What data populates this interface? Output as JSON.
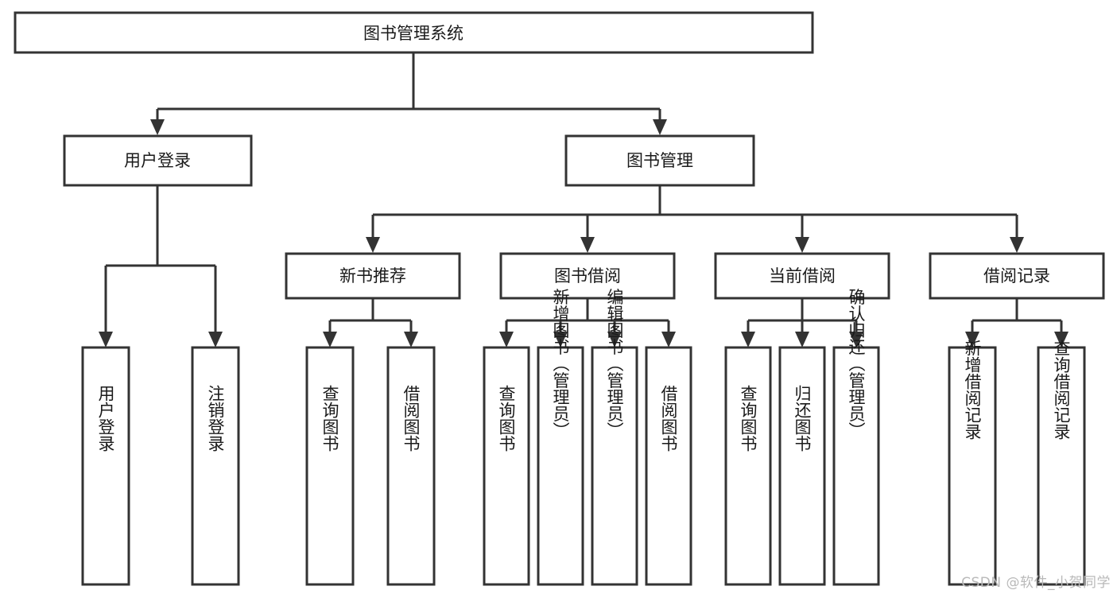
{
  "diagram": {
    "type": "hierarchy-tree",
    "title": "图书管理系统",
    "watermark": "CSDN @软件_小贺同学",
    "colors": {
      "box_stroke": "#333333",
      "box_fill": "#ffffff",
      "text": "#1a1a1a",
      "background": "#ffffff",
      "watermark": "#b9b9b9"
    },
    "levels": {
      "root": {
        "label": "图书管理系统"
      },
      "level2": [
        {
          "label": "用户登录"
        },
        {
          "label": "图书管理"
        }
      ],
      "level3": [
        {
          "label": "新书推荐"
        },
        {
          "label": "图书借阅"
        },
        {
          "label": "当前借阅"
        },
        {
          "label": "借阅记录"
        }
      ]
    },
    "nodes": {
      "root": "图书管理系统",
      "user_login": "用户登录",
      "book_manage": "图书管理",
      "new_book_rec": "新书推荐",
      "book_borrow": "图书借阅",
      "current_borrow": "当前借阅",
      "borrow_record": "借阅记录",
      "leaf_1": "用户登录",
      "leaf_2": "注销登录",
      "leaf_3": "查询图书",
      "leaf_4": "借阅图书",
      "leaf_5": "查询图书",
      "leaf_6": "新增图书（管理员）",
      "leaf_7": "编辑图书（管理员）",
      "leaf_8": "借阅图书",
      "leaf_9": "查询图书",
      "leaf_10": "归还图书",
      "leaf_11": "确认归还（管理员）",
      "leaf_12": "新增借阅记录",
      "leaf_13": "查询借阅记录"
    }
  }
}
